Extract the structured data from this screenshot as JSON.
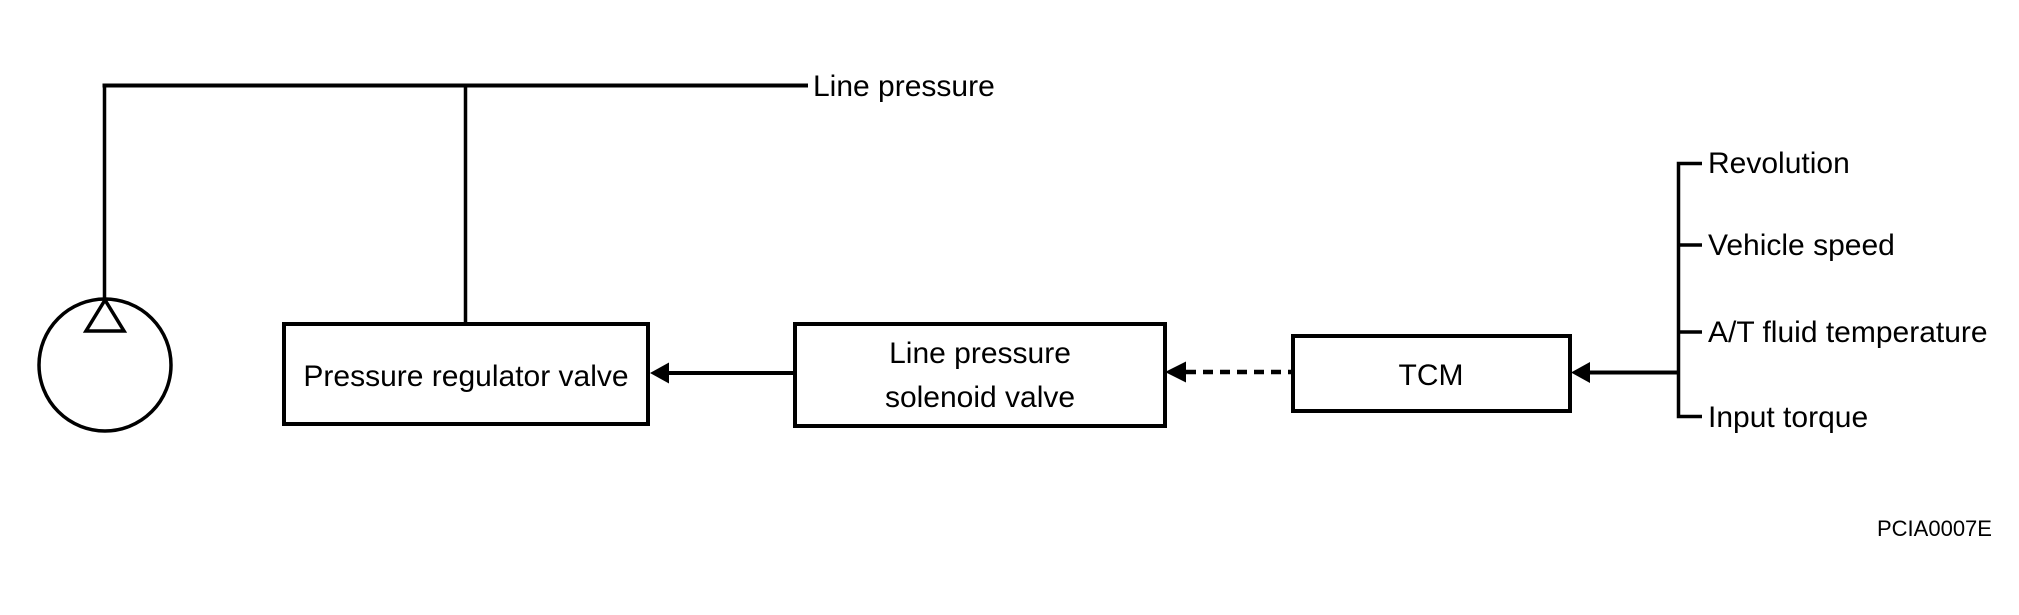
{
  "diagram": {
    "top_label": "Line pressure",
    "boxes": {
      "pressure_regulator_valve": {
        "label": "Pressure regulator valve"
      },
      "line_pressure_solenoid_valve": {
        "label_line1": "Line pressure",
        "label_line2": "solenoid valve"
      },
      "tcm": {
        "label": "TCM"
      }
    },
    "tcm_inputs": [
      "Revolution",
      "Vehicle speed",
      "A/T fluid temperature",
      "Input torque"
    ],
    "figure_id": "PCIA0007E",
    "colors": {
      "line": "#000000",
      "background": "#ffffff"
    }
  }
}
